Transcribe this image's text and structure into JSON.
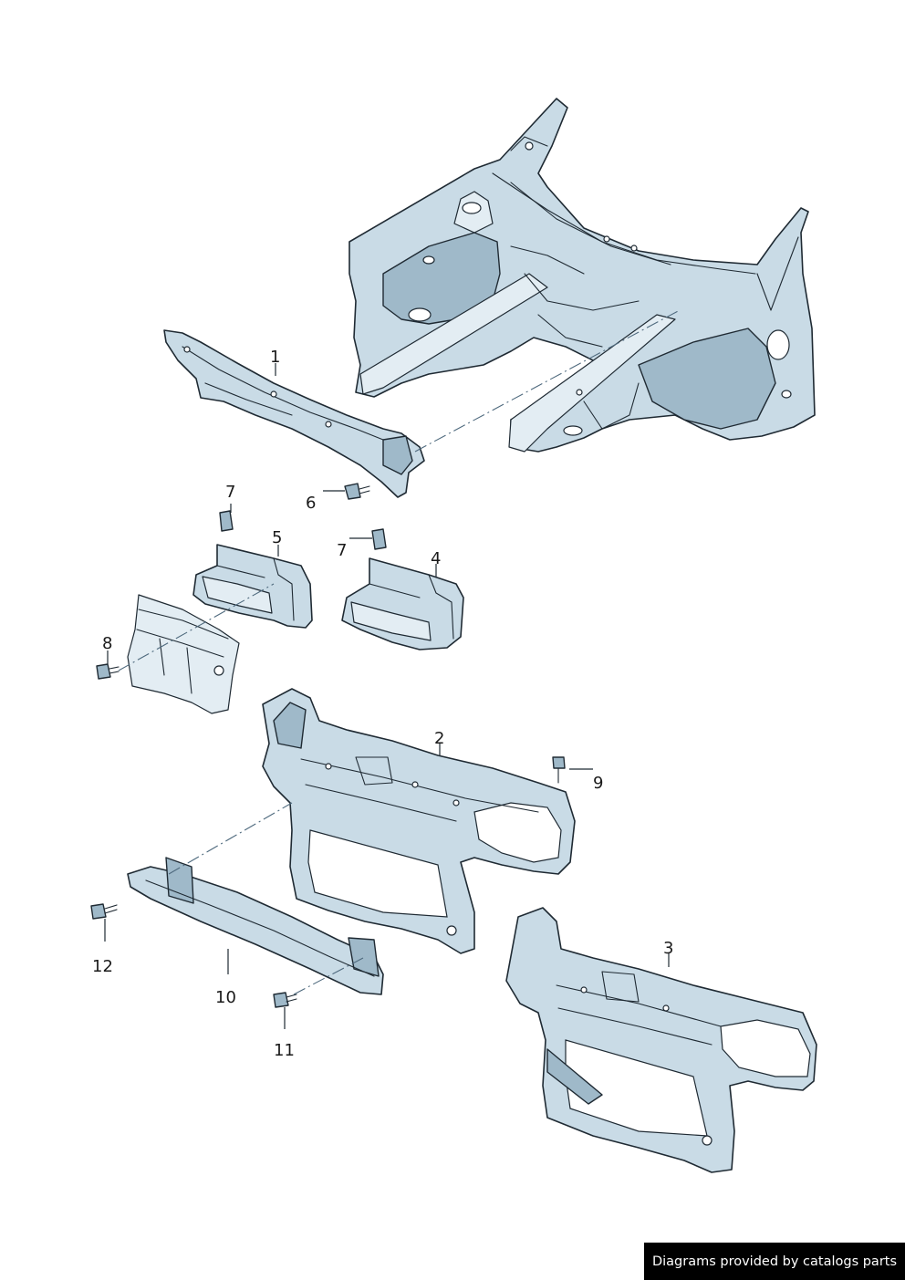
{
  "callouts": {
    "p1": "1",
    "p2": "2",
    "p3": "3",
    "p4": "4",
    "p5": "5",
    "p6": "6",
    "p7a": "7",
    "p7b": "7",
    "p8": "8",
    "p9": "9",
    "p10": "10",
    "p11": "11",
    "p12": "12"
  },
  "credit": "Diagrams provided by catalogs parts",
  "colors": {
    "part_fill": "#c9dbe6",
    "part_shadow": "#9fb9c9",
    "outline": "#1f2a33",
    "credit_background": "#000000",
    "credit_text": "#ffffff"
  }
}
